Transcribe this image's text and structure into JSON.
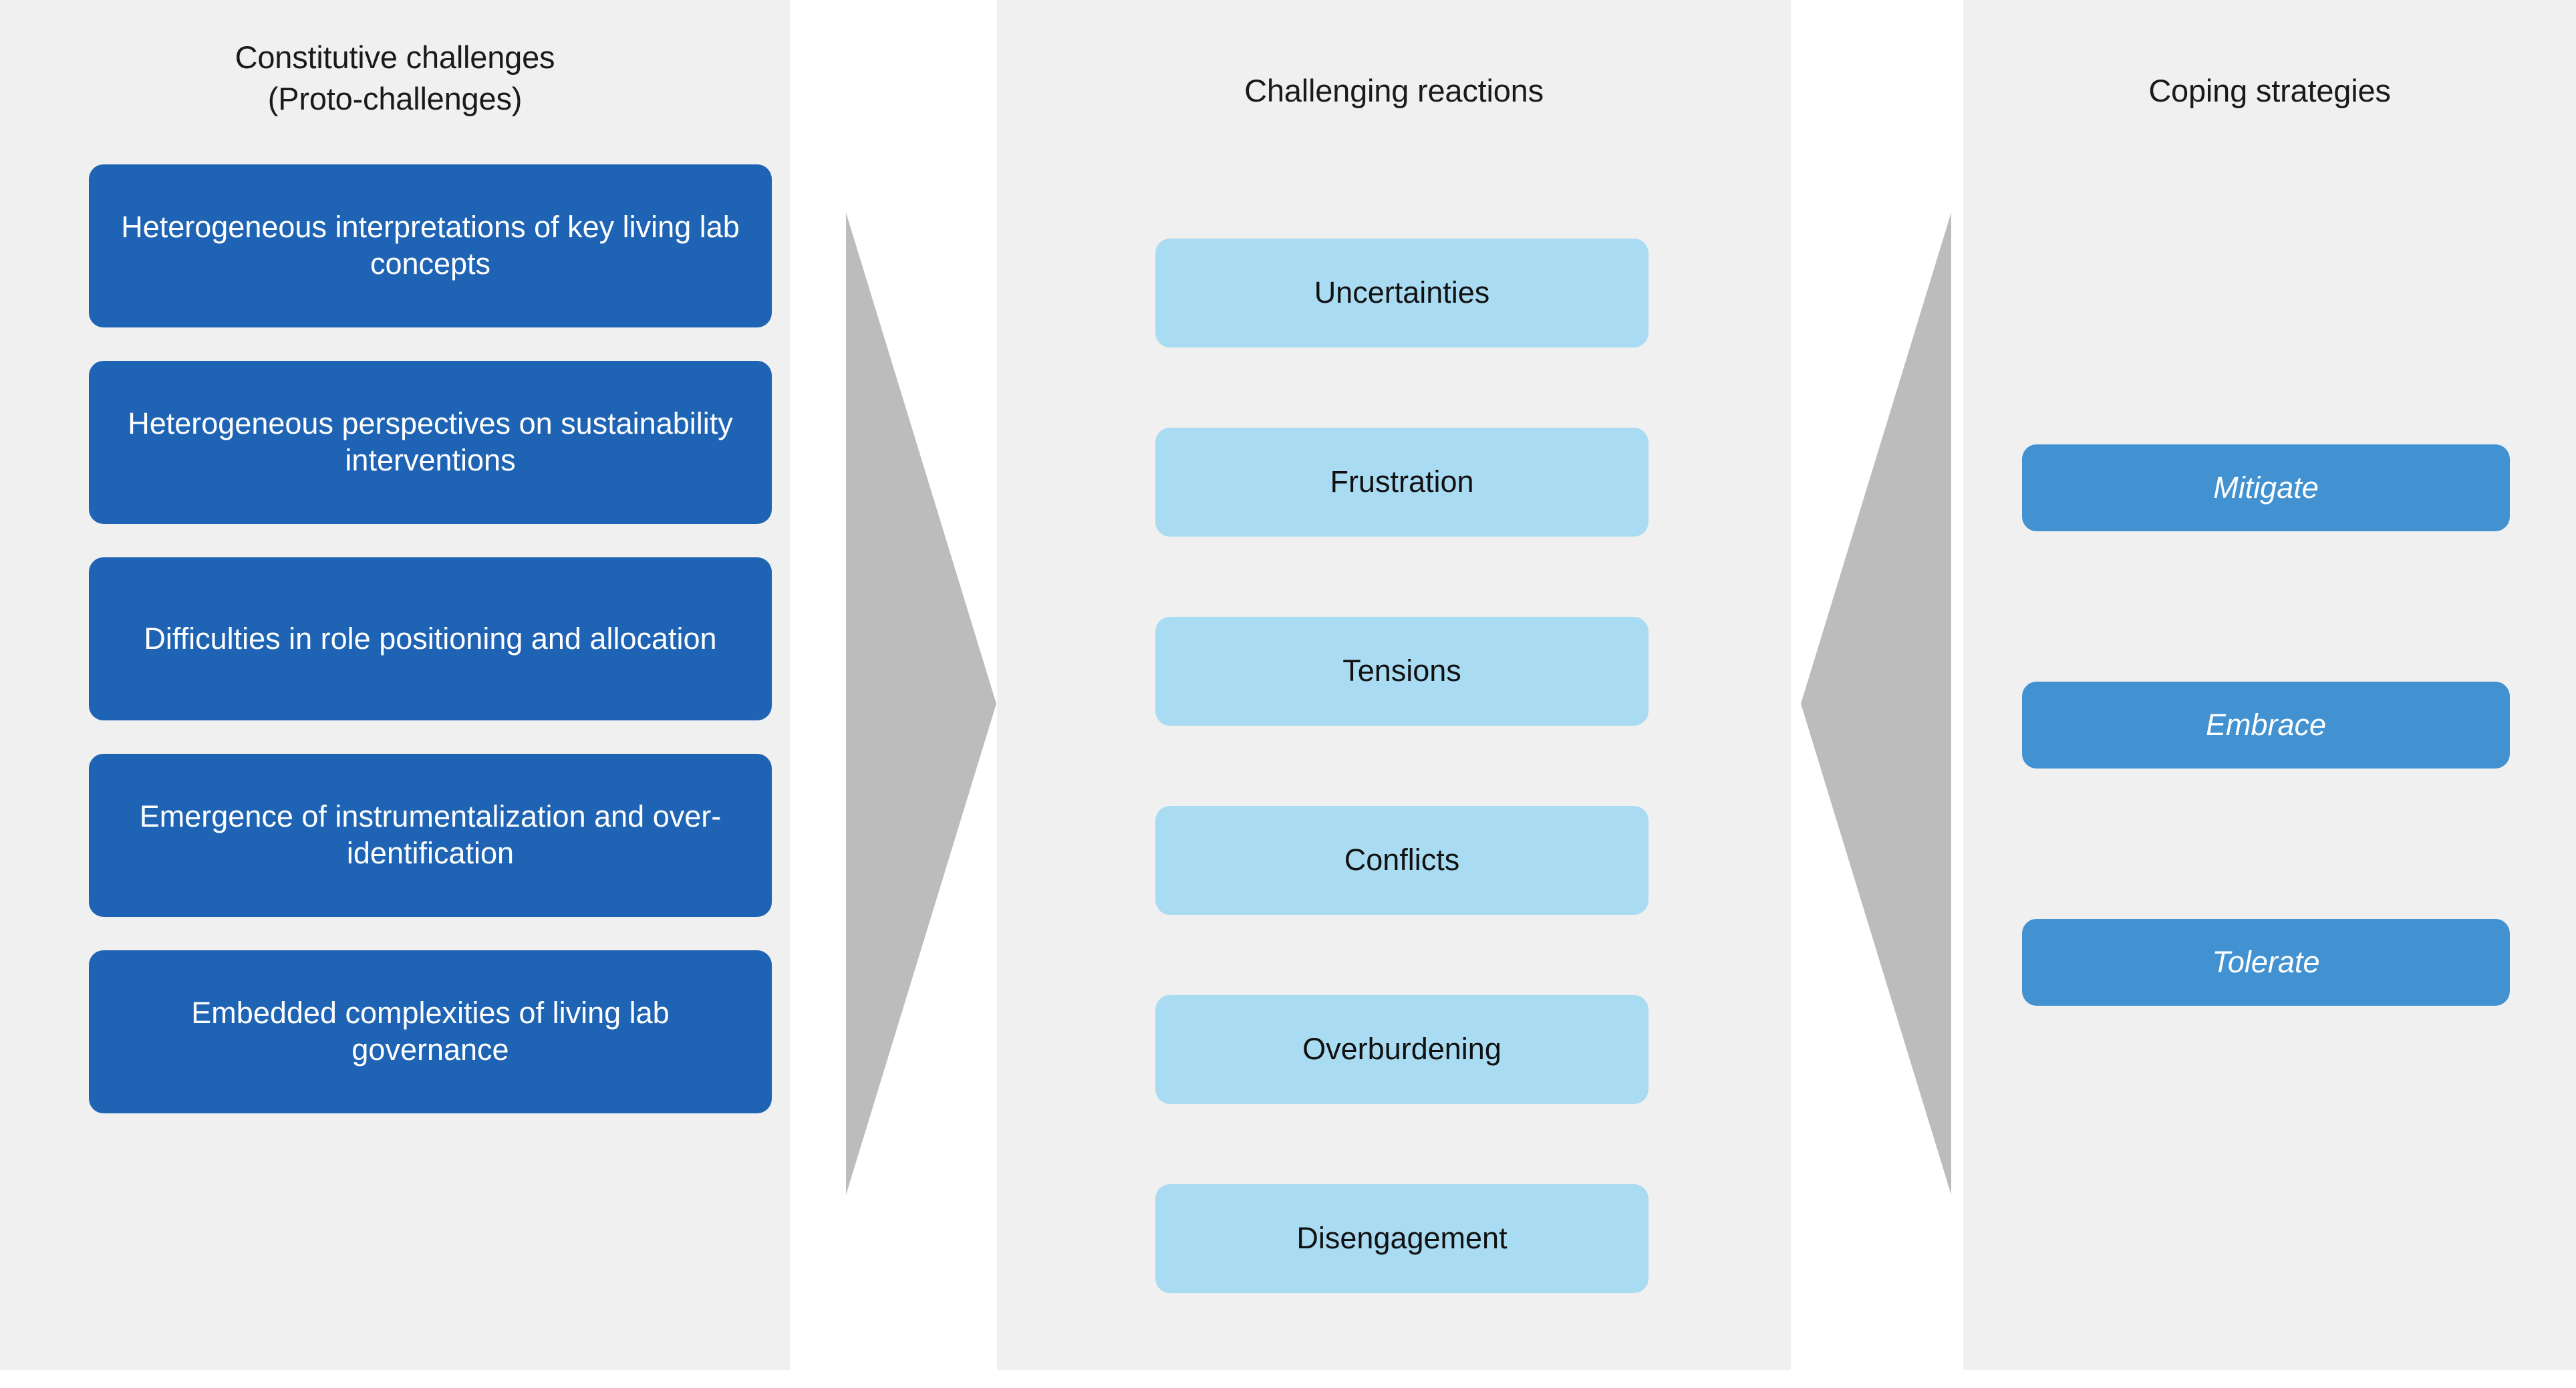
{
  "columns": [
    {
      "id": "constitutive-challenges",
      "header": "Constitutive challenges\n(Proto-challenges)",
      "header_line1": "Constitutive challenges",
      "header_line2": "(Proto-challenges)",
      "box_color": "#1f64b4",
      "text_color": "#ffffff",
      "items": [
        {
          "label": "Heterogeneous interpretations of key living lab concepts"
        },
        {
          "label": "Heterogeneous perspectives on sustainability interventions"
        },
        {
          "label": "Difficulties in role positioning and allocation"
        },
        {
          "label": "Emergence of instrumentalization and over-identification"
        },
        {
          "label": "Embedded complexities of living lab governance"
        }
      ]
    },
    {
      "id": "challenging-reactions",
      "header": "Challenging reactions",
      "box_color": "#a9dcf2",
      "text_color": "#111111",
      "items": [
        {
          "label": "Uncertainties"
        },
        {
          "label": "Frustration"
        },
        {
          "label": "Tensions"
        },
        {
          "label": "Conflicts"
        },
        {
          "label": "Overburdening"
        },
        {
          "label": "Disengagement"
        }
      ]
    },
    {
      "id": "coping-strategies",
      "header": "Coping strategies",
      "box_color": "#4292d2",
      "text_color": "#ffffff",
      "items": [
        {
          "label": "Mitigate"
        },
        {
          "label": "Embrace"
        },
        {
          "label": "Tolerate"
        }
      ]
    }
  ],
  "connectors": [
    {
      "id": "arrow-left-to-mid",
      "direction": "right",
      "color": "#bcbcbc"
    },
    {
      "id": "arrow-right-to-mid",
      "direction": "left",
      "color": "#bcbcbc"
    }
  ],
  "colors": {
    "page_background": "#ffffff",
    "panel_background": "#f0f0f0",
    "dark_blue": "#1f64b4",
    "light_blue": "#a9dcf2",
    "medium_blue": "#4292d2",
    "arrow_grey": "#bcbcbc",
    "header_text": "#1a1a1a"
  }
}
